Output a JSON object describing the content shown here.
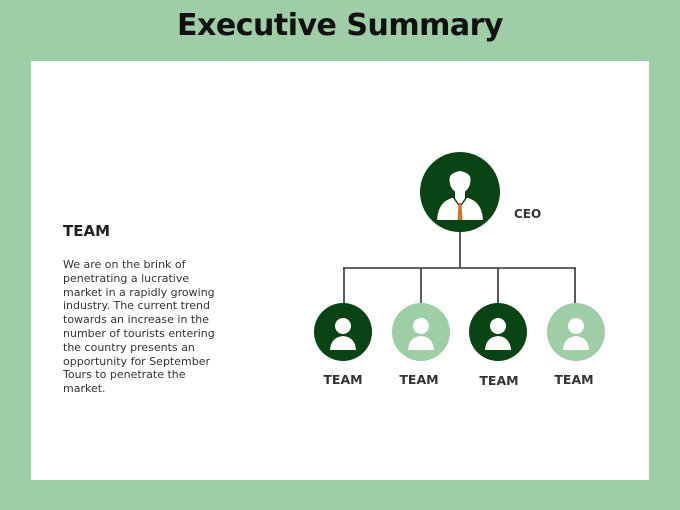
{
  "title": "Executive Summary",
  "team_section": {
    "heading": "TEAM",
    "description": "We are on the brink of penetrating a lucrative market in a rapidly growing industry. The current trend towards an increase in the number of tourists entering the country presents an opportunity for September Tours to penetrate the market."
  },
  "org_chart": {
    "ceo": {
      "label": "CEO",
      "color": "#0a4314"
    },
    "teams": [
      {
        "label": "TEAM",
        "color": "#0a4314"
      },
      {
        "label": "TEAM",
        "color": "#9ecda6"
      },
      {
        "label": "TEAM",
        "color": "#0a4314"
      },
      {
        "label": "TEAM",
        "color": "#9ecda6"
      }
    ]
  },
  "colors": {
    "background": "#9ecda6",
    "dark_green": "#0a4314",
    "light_green": "#9ecda6",
    "tie": "#c9772a"
  }
}
